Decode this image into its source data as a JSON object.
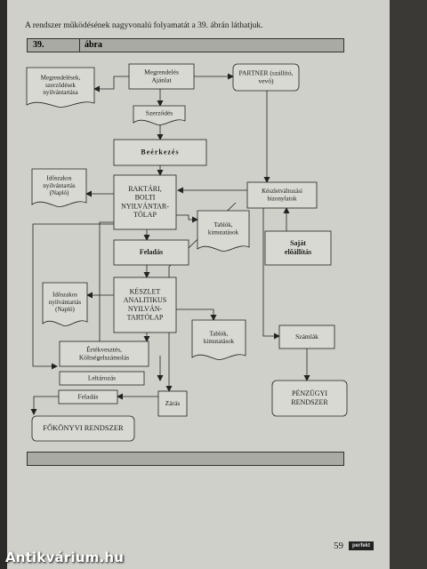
{
  "page": {
    "intro_text": "A rendszer működésének nagyvonalú folyamatát a 39. ábrán láthatjuk.",
    "figure_number": "39.",
    "figure_label": "ábra",
    "page_number": "59",
    "publisher_logo": "perfekt",
    "watermark": "Antikvárium.hu"
  },
  "diagram": {
    "megrendeles": [
      "Megrendelés",
      "Ajánlat"
    ],
    "partner": [
      "PARTNER (szállító,",
      "vevő)"
    ],
    "megrend_nyilv": [
      "Megrendelések,",
      "szerződések",
      "nyilvántartása"
    ],
    "szerzodes": [
      "Szerződés"
    ],
    "beerkezes": [
      "Beérkezés"
    ],
    "idoszakos1": [
      "Időszakos",
      "nyilvántartás",
      "(Napló)"
    ],
    "raktari": [
      "RAKTÁRI,",
      "BOLTI",
      "NYILVÁNTAR-",
      "TÓLAP"
    ],
    "keszletvaltozas": [
      "Készletváltozási",
      "bizonylatok"
    ],
    "tablok1": [
      "Tablók,",
      "kimutatások"
    ],
    "sajat": [
      "Saját",
      "előállítás"
    ],
    "feladas1": [
      "Feladás"
    ],
    "idoszakos2": [
      "Időszakos",
      "nyilvántartás",
      "(Napló)"
    ],
    "keszlet_analitikus": [
      "KÉSZLET",
      "ANALITIKUS",
      "NYILVÁN-",
      "TARTÓLAP"
    ],
    "tablok2": [
      "Tablók,",
      "kimutatások"
    ],
    "szamlak": [
      "Számlák"
    ],
    "ertekvesztes": [
      "Értékvesztés,",
      "Költségelszámolás"
    ],
    "leltarozas": [
      "Leltározás"
    ],
    "feladas2": [
      "Feladás"
    ],
    "zaras": [
      "Zárás"
    ],
    "penzugyi": [
      "PÉNZÜGYI",
      "RENDSZER"
    ],
    "fokonyvi": [
      "FŐKÖNYVI RENDSZER"
    ]
  }
}
